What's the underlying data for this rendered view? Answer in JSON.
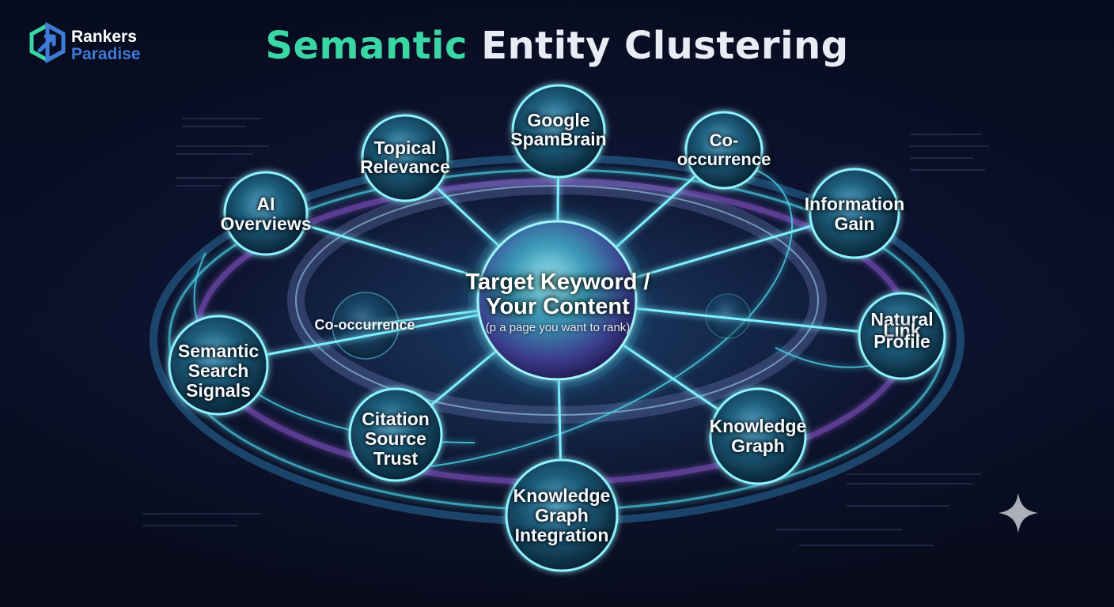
{
  "brand": {
    "line1": "Rankers",
    "line2": "Paradise"
  },
  "title": {
    "accent": "Semantic",
    "rest": "Entity Clustering"
  },
  "center": {
    "title": "Target Keyword /\nYour Content",
    "subtitle": "(p a page you want to rank)"
  },
  "inner_label": "Co-occurrence",
  "nodes": [
    {
      "label": "Google\nSpamBrain"
    },
    {
      "label": "Topical\nRelevance"
    },
    {
      "label": "Co-\noccurrence"
    },
    {
      "label": "AI\nOverviews"
    },
    {
      "label": "Information\nGain"
    },
    {
      "label": "Natural\nLink\nProfile"
    },
    {
      "label": "Semantic\nSearch\nSignals"
    },
    {
      "label": "Citation\nSource\nTrust"
    },
    {
      "label": "Knowledge\nGraph"
    },
    {
      "label": "Knowledge\nGraph\nIntegration"
    }
  ],
  "colors": {
    "title_accent": "#3ad6a4",
    "title_rest": "#e8ecf4",
    "connector": "#7ef0ff",
    "ring_cyan": "#4fd8ee",
    "ring_purple": "#9a5de0",
    "brand_blue": "#3f7bd8"
  },
  "icons": {
    "brand": "arrow-up-right-hexagon-icon",
    "corner": "sparkle-icon"
  }
}
